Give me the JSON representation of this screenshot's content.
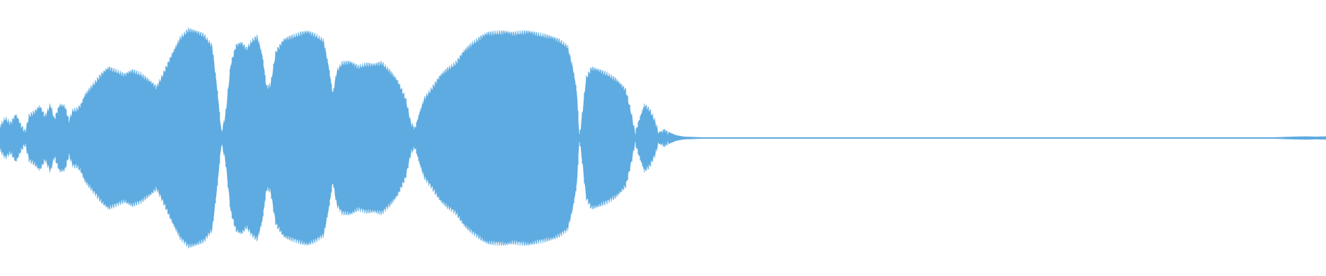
{
  "waveform": {
    "color": "#5DABE0",
    "background": "#FFFFFF",
    "amplitude_envelope": [
      [
        0.0,
        0.1
      ],
      [
        0.004,
        0.16
      ],
      [
        0.008,
        0.12
      ],
      [
        0.012,
        0.18
      ],
      [
        0.016,
        0.1
      ],
      [
        0.019,
        0.06
      ],
      [
        0.022,
        0.18
      ],
      [
        0.026,
        0.2
      ],
      [
        0.03,
        0.24
      ],
      [
        0.034,
        0.17
      ],
      [
        0.038,
        0.26
      ],
      [
        0.041,
        0.15
      ],
      [
        0.045,
        0.25
      ],
      [
        0.049,
        0.24
      ],
      [
        0.052,
        0.14
      ],
      [
        0.055,
        0.22
      ],
      [
        0.058,
        0.22
      ],
      [
        0.061,
        0.25
      ],
      [
        0.064,
        0.32
      ],
      [
        0.07,
        0.4
      ],
      [
        0.076,
        0.47
      ],
      [
        0.082,
        0.52
      ],
      [
        0.088,
        0.5
      ],
      [
        0.094,
        0.47
      ],
      [
        0.1,
        0.5
      ],
      [
        0.106,
        0.48
      ],
      [
        0.112,
        0.43
      ],
      [
        0.118,
        0.38
      ],
      [
        0.124,
        0.5
      ],
      [
        0.13,
        0.62
      ],
      [
        0.136,
        0.74
      ],
      [
        0.142,
        0.8
      ],
      [
        0.148,
        0.78
      ],
      [
        0.154,
        0.76
      ],
      [
        0.16,
        0.68
      ],
      [
        0.164,
        0.35
      ],
      [
        0.167,
        0.05
      ],
      [
        0.17,
        0.18
      ],
      [
        0.174,
        0.55
      ],
      [
        0.178,
        0.68
      ],
      [
        0.182,
        0.7
      ],
      [
        0.186,
        0.66
      ],
      [
        0.19,
        0.72
      ],
      [
        0.194,
        0.75
      ],
      [
        0.198,
        0.6
      ],
      [
        0.201,
        0.38
      ],
      [
        0.204,
        0.4
      ],
      [
        0.208,
        0.64
      ],
      [
        0.214,
        0.72
      ],
      [
        0.22,
        0.75
      ],
      [
        0.226,
        0.77
      ],
      [
        0.232,
        0.78
      ],
      [
        0.238,
        0.76
      ],
      [
        0.244,
        0.72
      ],
      [
        0.248,
        0.52
      ],
      [
        0.251,
        0.33
      ],
      [
        0.254,
        0.5
      ],
      [
        0.258,
        0.56
      ],
      [
        0.264,
        0.56
      ],
      [
        0.27,
        0.53
      ],
      [
        0.276,
        0.55
      ],
      [
        0.282,
        0.54
      ],
      [
        0.288,
        0.56
      ],
      [
        0.294,
        0.5
      ],
      [
        0.3,
        0.42
      ],
      [
        0.306,
        0.3
      ],
      [
        0.31,
        0.12
      ],
      [
        0.313,
        0.08
      ],
      [
        0.316,
        0.18
      ],
      [
        0.32,
        0.3
      ],
      [
        0.326,
        0.38
      ],
      [
        0.332,
        0.46
      ],
      [
        0.338,
        0.52
      ],
      [
        0.344,
        0.56
      ],
      [
        0.35,
        0.64
      ],
      [
        0.356,
        0.7
      ],
      [
        0.362,
        0.74
      ],
      [
        0.368,
        0.77
      ],
      [
        0.374,
        0.78
      ],
      [
        0.38,
        0.78
      ],
      [
        0.386,
        0.77
      ],
      [
        0.392,
        0.78
      ],
      [
        0.398,
        0.78
      ],
      [
        0.404,
        0.77
      ],
      [
        0.41,
        0.76
      ],
      [
        0.416,
        0.74
      ],
      [
        0.422,
        0.72
      ],
      [
        0.428,
        0.68
      ],
      [
        0.432,
        0.52
      ],
      [
        0.435,
        0.35
      ],
      [
        0.437,
        0.02
      ],
      [
        0.439,
        0.18
      ],
      [
        0.442,
        0.45
      ],
      [
        0.446,
        0.52
      ],
      [
        0.452,
        0.5
      ],
      [
        0.458,
        0.48
      ],
      [
        0.464,
        0.44
      ],
      [
        0.468,
        0.4
      ],
      [
        0.472,
        0.36
      ],
      [
        0.476,
        0.2
      ],
      [
        0.479,
        0.05
      ],
      [
        0.482,
        0.14
      ],
      [
        0.486,
        0.25
      ],
      [
        0.49,
        0.22
      ],
      [
        0.494,
        0.14
      ],
      [
        0.497,
        0.04
      ],
      [
        0.501,
        0.07
      ],
      [
        0.505,
        0.04
      ],
      [
        0.51,
        0.02
      ],
      [
        0.516,
        0.01
      ],
      [
        0.53,
        0.005
      ],
      [
        0.6,
        0.005
      ],
      [
        0.7,
        0.005
      ],
      [
        0.8,
        0.005
      ],
      [
        0.9,
        0.005
      ],
      [
        0.96,
        0.005
      ],
      [
        0.975,
        0.01
      ],
      [
        0.985,
        0.012
      ],
      [
        0.993,
        0.01
      ],
      [
        1.0,
        0.012
      ]
    ]
  }
}
